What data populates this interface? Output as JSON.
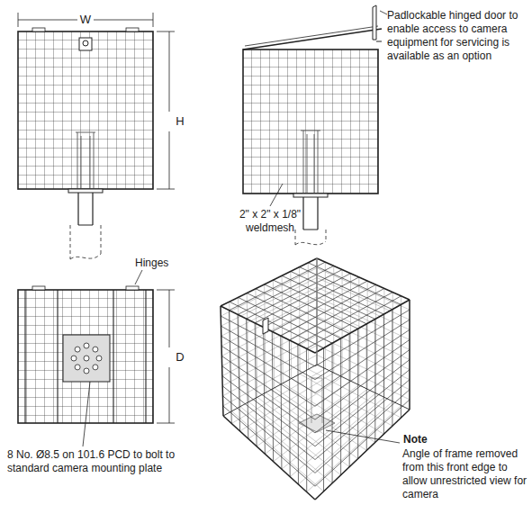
{
  "diagram": {
    "labels": [
      "W",
      "H",
      "Padlockable hinged door to enable access to camera equipment for servicing is available as an option",
      "2\" x 2\" x 1/8\" weldmesh",
      "Hinges",
      "D",
      "8 No. Ø8.5 on 101.6 PCD to bolt to standard camera mounting plate",
      "Note",
      "Angle of frame removed from this front edge to allow unrestricted view for camera"
    ]
  }
}
